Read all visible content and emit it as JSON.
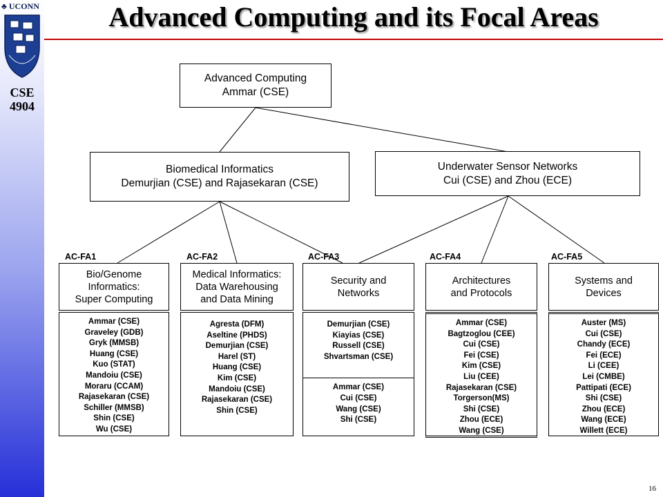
{
  "header": {
    "logo_text": "UCONN",
    "course": [
      "CSE",
      "4904"
    ],
    "title": "Advanced Computing and its Focal Areas",
    "page_number": "16"
  },
  "diagram": {
    "root": {
      "line1": "Advanced Computing",
      "line2": "Ammar (CSE)"
    },
    "branches": [
      {
        "line1": "Biomedical Informatics",
        "line2": "Demurjian (CSE) and Rajasekaran (CSE)"
      },
      {
        "line1": "Underwater Sensor Networks",
        "line2": "Cui (CSE) and Zhou (ECE)"
      }
    ],
    "focal_areas": [
      {
        "label": "AC-FA1",
        "title": [
          "Bio/Genome",
          "Informatics:",
          "Super Computing"
        ],
        "members": [
          "Ammar (CSE)",
          "Graveley (GDB)",
          "Gryk (MMSB)",
          "Huang (CSE)",
          "Kuo (STAT)",
          "Mandoiu (CSE)",
          "Moraru (CCAM)",
          "Rajasekaran (CSE)",
          "Schiller (MMSB)",
          "Shin (CSE)",
          "Wu (CSE)"
        ]
      },
      {
        "label": "AC-FA2",
        "title": [
          "Medical Informatics:",
          "Data Warehousing",
          "and Data Mining"
        ],
        "members": [
          "Agresta (DFM)",
          "Aseltine (PHDS)",
          "Demurjian (CSE)",
          "Harel (ST)",
          "Huang (CSE)",
          "Kim (CSE)",
          "Mandoiu (CSE)",
          "Rajasekaran (CSE)",
          "Shin (CSE)"
        ]
      },
      {
        "label": "AC-FA3",
        "title": [
          "Security and",
          "Networks"
        ],
        "members": [
          "Demurjian (CSE)",
          "Kiayias (CSE)",
          "Russell (CSE)",
          "Shvartsman (CSE)"
        ],
        "members_secondary": [
          "Ammar (CSE)",
          "Cui (CSE)",
          "Wang (CSE)",
          "Shi (CSE)"
        ]
      },
      {
        "label": "AC-FA4",
        "title": [
          "Architectures",
          "and Protocols"
        ],
        "members": [
          "Ammar (CSE)",
          "Bagtzoglou (CEE)",
          "Cui (CSE)",
          "Fei (CSE)",
          "Kim (CSE)",
          "Liu (CEE)",
          "Rajasekaran (CSE)",
          "Torgerson(MS)",
          "Shi (CSE)",
          "Zhou (ECE)",
          "Wang (CSE)"
        ]
      },
      {
        "label": "AC-FA5",
        "title": [
          "Systems and",
          "Devices"
        ],
        "members": [
          "Auster (MS)",
          "Cui (CSE)",
          "Chandy (ECE)",
          "Fei (ECE)",
          "Li (CEE)",
          "Lei (CMBE)",
          "Pattipati (ECE)",
          "Shi (CSE)",
          "Zhou (ECE)",
          "Wang (ECE)",
          "Willett (ECE)"
        ]
      }
    ]
  }
}
